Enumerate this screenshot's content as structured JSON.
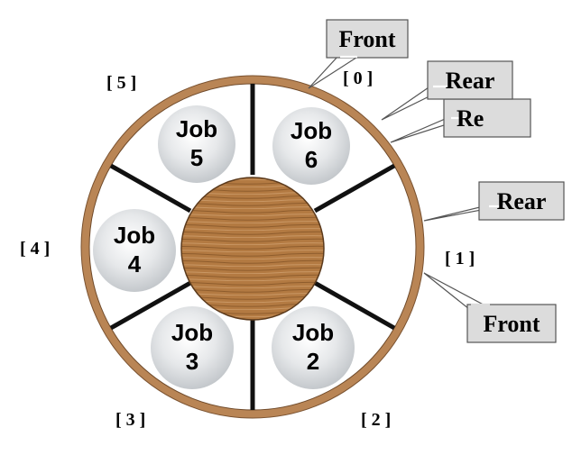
{
  "diagram": {
    "slot_indices": [
      "[ 0 ]",
      "[ 1 ]",
      "[ 2 ]",
      "[ 3 ]",
      "[ 4 ]",
      "[ 5 ]"
    ],
    "jobs": [
      {
        "word": "Job",
        "number": "5"
      },
      {
        "word": "Job",
        "number": "6"
      },
      {
        "word": "Job",
        "number": "4"
      },
      {
        "word": "Job",
        "number": "3"
      },
      {
        "word": "Job",
        "number": "2"
      }
    ],
    "callouts": {
      "front_top": "Front",
      "rear_top": "Rear",
      "rear_partial": "Re",
      "rear_mid": "Rear",
      "front_bottom": "Front"
    },
    "colors": {
      "rim": "#b98555",
      "hub": "#b37a42",
      "spoke": "#111111",
      "callout_fill": "#dcdcdc"
    }
  }
}
